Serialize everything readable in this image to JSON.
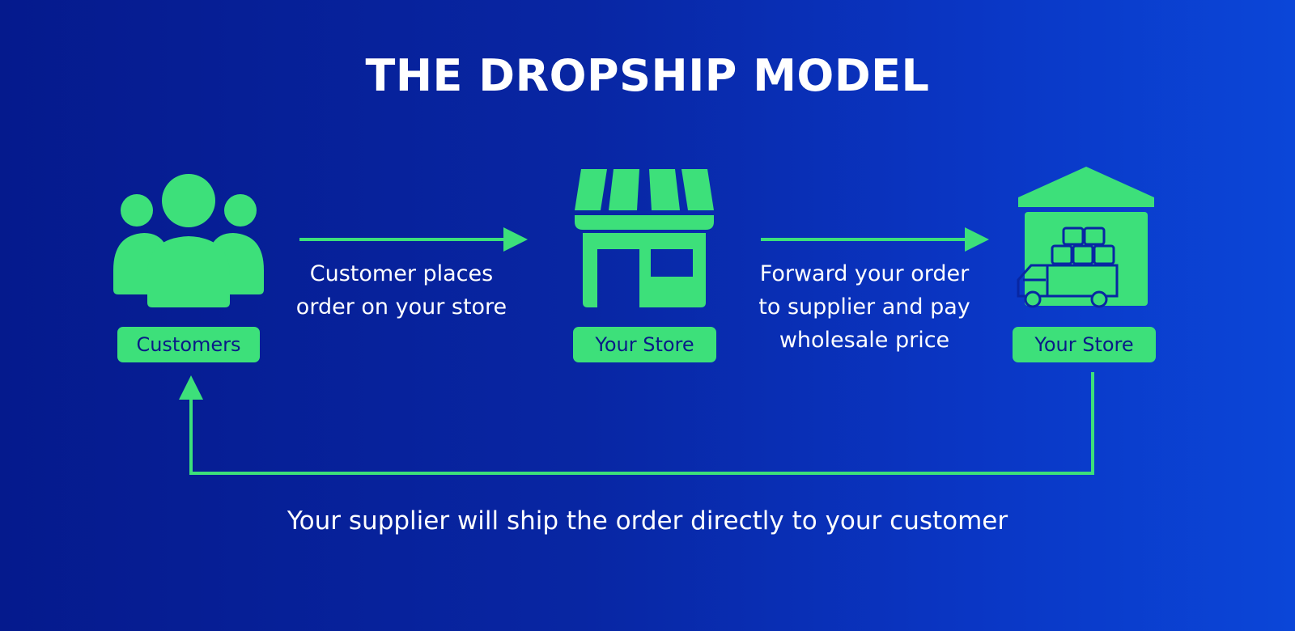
{
  "title": "THE DROPSHIP MODEL",
  "colors": {
    "accent": "#3de07a",
    "background_start": "#051a8d",
    "background_end": "#0b46d8",
    "text": "#ffffff",
    "label_text": "#0a1a87"
  },
  "nodes": [
    {
      "icon": "customers-group-icon",
      "label": "Customers"
    },
    {
      "icon": "storefront-icon",
      "label": "Your Store"
    },
    {
      "icon": "warehouse-truck-icon",
      "label": "Your Store"
    }
  ],
  "flows": [
    {
      "from": "Customers",
      "to": "Your Store",
      "lines": [
        "Customer places",
        "order on your store"
      ]
    },
    {
      "from": "Your Store",
      "to": "Your Store",
      "lines": [
        "Forward your order",
        "to supplier and pay",
        "wholesale price"
      ]
    },
    {
      "from": "Your Store",
      "to": "Customers",
      "text": "Your supplier will ship the order directly to your customer"
    }
  ]
}
